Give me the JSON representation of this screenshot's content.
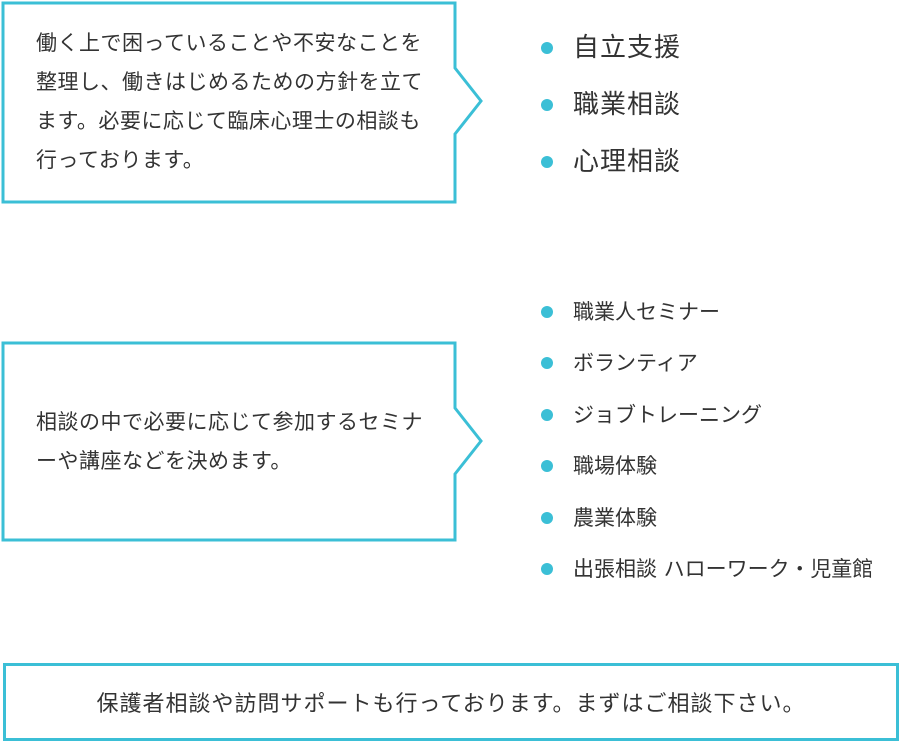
{
  "colors": {
    "accent": "#3bbfd6",
    "text": "#333333",
    "background": "#ffffff"
  },
  "section1": {
    "description": "働く上で困っていることや不安なことを整理し、働きはじめるための方針を立てます。必要に応じて臨床心理士の相談も行っております。",
    "items": [
      "自立支援",
      "職業相談",
      "心理相談"
    ]
  },
  "section2": {
    "description": "相談の中で必要に応じて参加するセミナーや講座などを決めます。",
    "items": [
      "職業人セミナー",
      "ボランティア",
      "ジョブトレーニング",
      "職場体験",
      "農業体験",
      "出張相談 ハローワーク・児童館"
    ]
  },
  "footer": {
    "message": "保護者相談や訪問サポートも行っております。まずはご相談下さい。"
  }
}
